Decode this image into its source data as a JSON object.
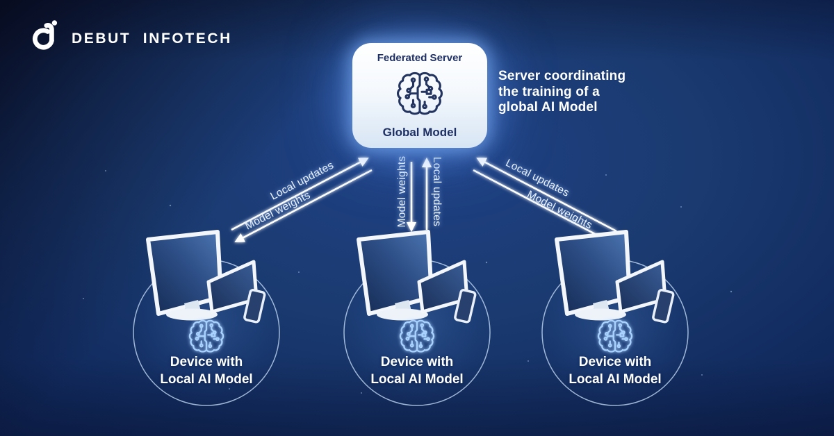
{
  "brand": {
    "name": "DEBUT INFOTECH"
  },
  "server": {
    "title": "Federated Server",
    "model_label": "Global Model",
    "caption": "Server coordinating\nthe training of a\nglobal AI Model"
  },
  "links": {
    "left": {
      "local_updates": "Local updates",
      "model_weights": "Model weights"
    },
    "middle": {
      "local_updates": "Local updates",
      "model_weights": "Model weights"
    },
    "right": {
      "local_updates": "Local updates",
      "model_weights": "Model weights"
    }
  },
  "devices": [
    {
      "label_line1": "Device with",
      "label_line2": "Local AI Model"
    },
    {
      "label_line1": "Device with",
      "label_line2": "Local AI Model"
    },
    {
      "label_line1": "Device with",
      "label_line2": "Local AI Model"
    }
  ],
  "colors": {
    "background_center": "#1f4184",
    "background_edge": "#0a1b44",
    "card_face": "#ffffff",
    "card_text": "#1e2f63",
    "arrow": "#ffffff",
    "glow_accent": "#a9d2ff"
  }
}
